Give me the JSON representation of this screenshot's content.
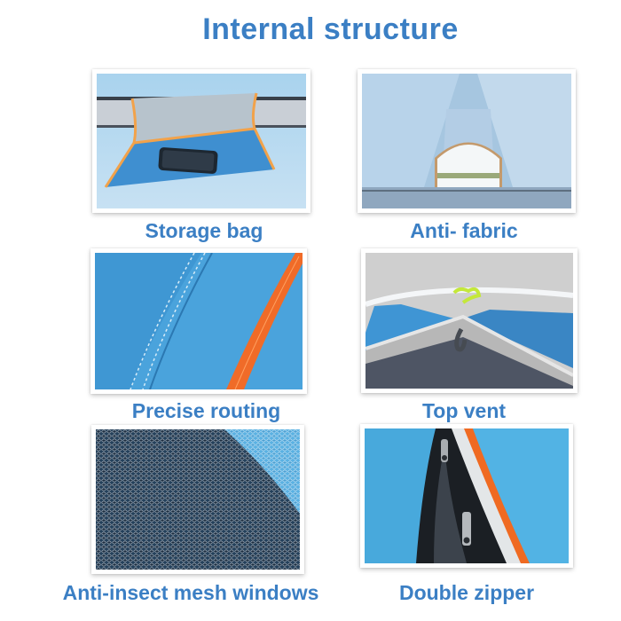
{
  "page": {
    "title": "Internal structure",
    "accent_color": "#3b7fc4"
  },
  "features": [
    {
      "label": "Storage bag",
      "image": "storage-bag-photo"
    },
    {
      "label": "Anti- fabric",
      "image": "tent-interior-photo"
    },
    {
      "label": "Precise routing",
      "image": "seam-stitching-photo"
    },
    {
      "label": "Top vent",
      "image": "top-vent-photo"
    },
    {
      "label": "Anti-insect mesh windows",
      "image": "mesh-window-photo"
    },
    {
      "label": "Double zipper",
      "image": "double-zipper-photo"
    }
  ]
}
